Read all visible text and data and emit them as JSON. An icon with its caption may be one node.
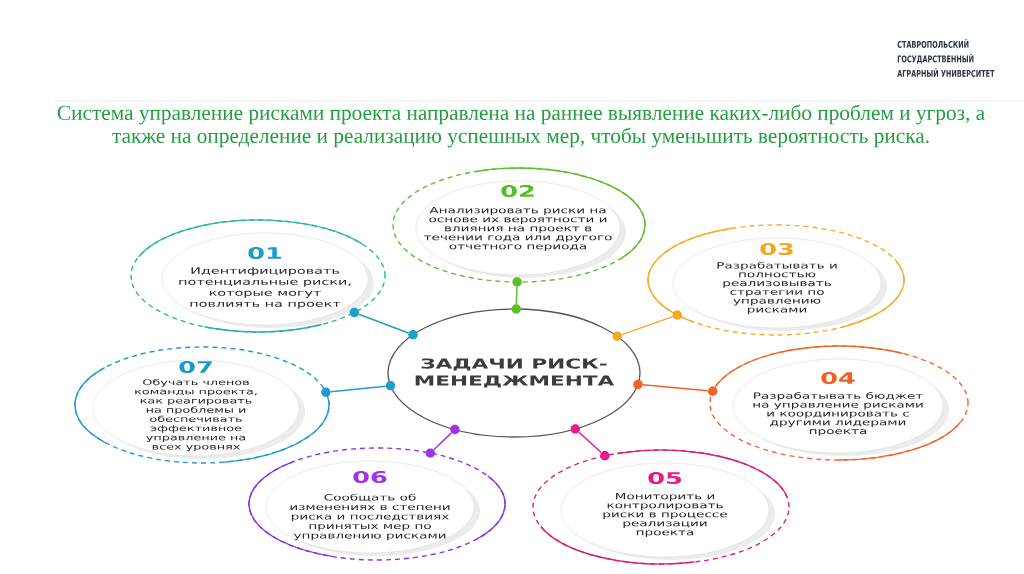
{
  "diagram": {
    "title": "Система управление рисками проекта направлена на раннее выявление каких-либо проблем и угроз, а также на определение и реализацию успешных мер, чтобы уменьшить вероятность риска.",
    "nodes": [
      {
        "text": [
          "ЗАДАЧИ РИСК-МЕНЕДЖМЕНТА"
        ]
      },
      {
        "text": [
          "01",
          "Идентифицировать потенциальные риски, которые могут повлиять на проект"
        ]
      },
      {
        "text": [
          "02",
          "Анализировать риски на основе их вероятности и влияния на проект в течении года или другого отчетного периода"
        ]
      },
      {
        "text": [
          "03",
          "Разрабатывать и полностью реализовывать стратегии по управлению рисками"
        ]
      },
      {
        "text": [
          "04",
          "Разрабатывать бюджет на управление рисками и координировать с другими лидерами проекта"
        ]
      },
      {
        "text": [
          "05",
          "Мониторить и контролировать риски в процессе реализации проекта"
        ]
      },
      {
        "text": [
          "06",
          "Сообщать об изменениях в степени риска и последствиях принятых мер по управлению рисками"
        ]
      },
      {
        "text": [
          "07",
          "Обучать членов команды проекта, как реагировать на проблемы и обеспечивать эффективное управление на всех уровнях"
        ]
      },
      {
        "text": [],
        "shape": "circle"
      },
      {
        "text": [],
        "shape": "circle"
      },
      {
        "text": [],
        "shape": "circle"
      },
      {
        "text": [],
        "shape": "circle"
      },
      {
        "text": [],
        "shape": "circle"
      },
      {
        "text": [],
        "shape": "circle"
      },
      {
        "text": [],
        "shape": "circle"
      },
      {
        "text": [],
        "shape": "circle"
      },
      {
        "text": [],
        "shape": "circle"
      },
      {
        "text": [],
        "shape": "circle"
      },
      {
        "text": [],
        "shape": "circle"
      },
      {
        "text": [],
        "shape": "circle"
      },
      {
        "text": [],
        "shape": "circle"
      },
      {
        "text": [],
        "shape": "circle"
      }
    ],
    "edges": [
      {
        "from": 11,
        "to": 9,
        "arrow": "none",
        "color": "#1e9fc6"
      },
      {
        "from": 15,
        "to": 14,
        "arrow": "none",
        "color": "#5cbf2a"
      },
      {
        "from": 18,
        "to": 20,
        "arrow": "none",
        "color": "#f3ab25"
      },
      {
        "from": 19,
        "to": 21,
        "arrow": "none",
        "color": "#f2622a"
      },
      {
        "from": 16,
        "to": 17,
        "arrow": "none",
        "color": "#e61a8d"
      },
      {
        "from": 13,
        "to": 12,
        "arrow": "none",
        "color": "#9e34e4"
      },
      {
        "from": 10,
        "to": 8,
        "arrow": "none",
        "color": "#1f9dd0"
      }
    ],
    "labels": [
      "СТАВРОПОЛЬСКИЙ ГОСУДАРСТВЕННЫЙ АГРАРНЫЙ УНИВЕРСИТЕТ"
    ]
  }
}
